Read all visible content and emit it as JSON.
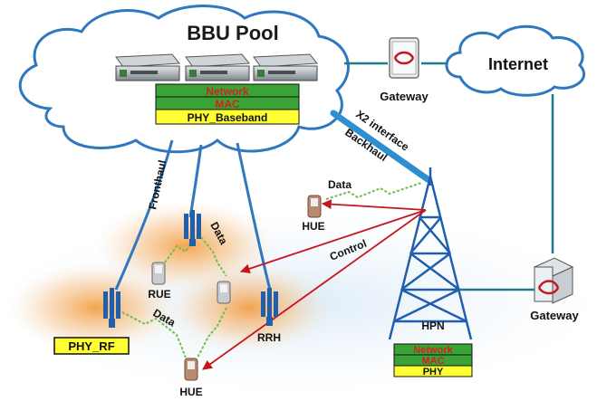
{
  "bbu_pool": {
    "title": "BBU Pool",
    "stack": [
      "Network",
      "MAC",
      "PHY_Baseband"
    ]
  },
  "internet": {
    "label": "Internet"
  },
  "gateways": [
    {
      "label": "Gateway"
    },
    {
      "label": "Gateway"
    }
  ],
  "links": {
    "x2_interface": "X2 interface",
    "backhaul": "Backhaul",
    "fronthaul": "Fronthaul",
    "data": "Data",
    "control": "Control"
  },
  "nodes": {
    "hue": "HUE",
    "rue": "RUE",
    "rrh": "RRH",
    "hpn": "HPN"
  },
  "phy_rf": "PHY_RF",
  "hpn_stack": [
    "Network",
    "MAC",
    "PHY"
  ],
  "colors": {
    "cloud_stroke": "#2f78bf",
    "network_text": "#d42020",
    "mac_text": "#d42020",
    "stack_green": "#3aa335",
    "stack_yellow": "#ffff33",
    "tower_blue": "#1f5fae",
    "arrow_red": "#c4161c",
    "backhaul_blue": "#2e8fd0",
    "signal_green": "#6cc04a"
  }
}
